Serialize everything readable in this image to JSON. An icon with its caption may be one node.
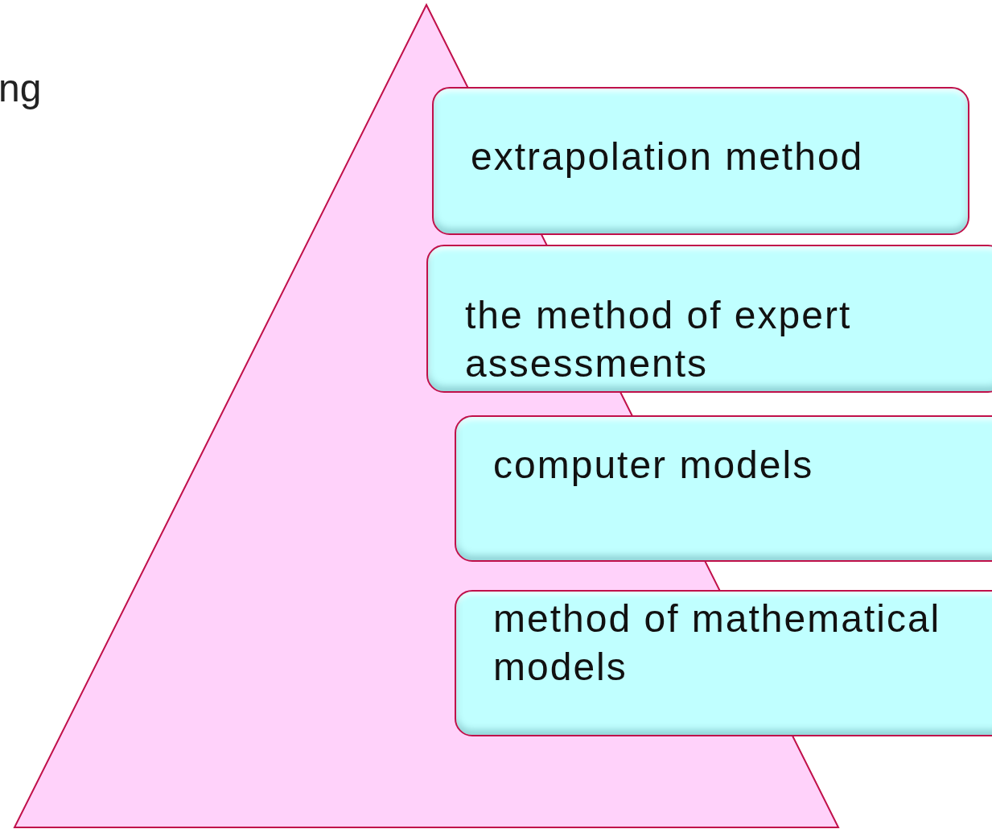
{
  "diagram": {
    "nodes": [
      {
        "text": [],
        "shape": "triangle"
      },
      {
        "text": [
          "extrapolation method"
        ]
      },
      {
        "text": [
          "the method of expert assessments"
        ]
      },
      {
        "text": [
          "computer models"
        ]
      },
      {
        "text": [
          "method of mathematical models"
        ]
      }
    ],
    "labels": [
      "ng"
    ]
  }
}
